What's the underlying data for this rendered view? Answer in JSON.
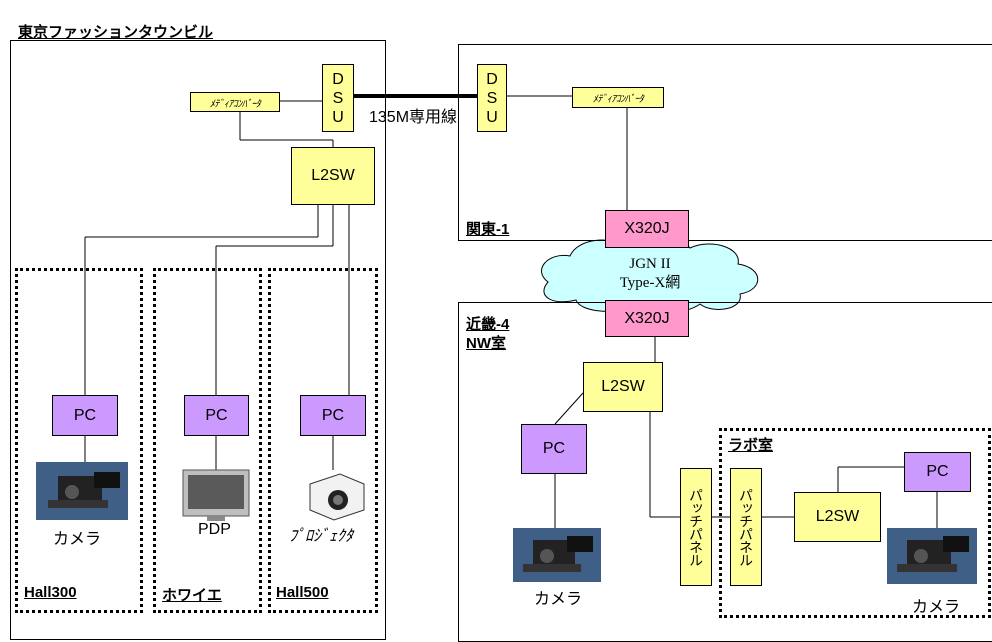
{
  "sites": {
    "tokyo": "東京ファッションタウンビル",
    "kanto": "関東-1",
    "kinki_line1": "近畿-4",
    "kinki_line2": "NW室",
    "lab": "ラボ室"
  },
  "rooms": {
    "hall300": "Hall300",
    "foyer": "ホワイエ",
    "hall500": "Hall500"
  },
  "devices": {
    "dsu": [
      "D",
      "S",
      "U"
    ],
    "media_converter": "ﾒﾃﾞｨｱｺﾝﾊﾞｰﾀ",
    "l2sw": "L2SW",
    "pc": "PC",
    "router": "X320J",
    "patch_panel": "パッチパネル"
  },
  "link": {
    "leased_line": "135M専用線"
  },
  "cloud": {
    "line1": "JGN II",
    "line2": "Type-X網"
  },
  "endpoints": {
    "camera": "カメラ",
    "pdp": "PDP",
    "projector": "ﾌﾟﾛｼﾞｪｸﾀ"
  }
}
